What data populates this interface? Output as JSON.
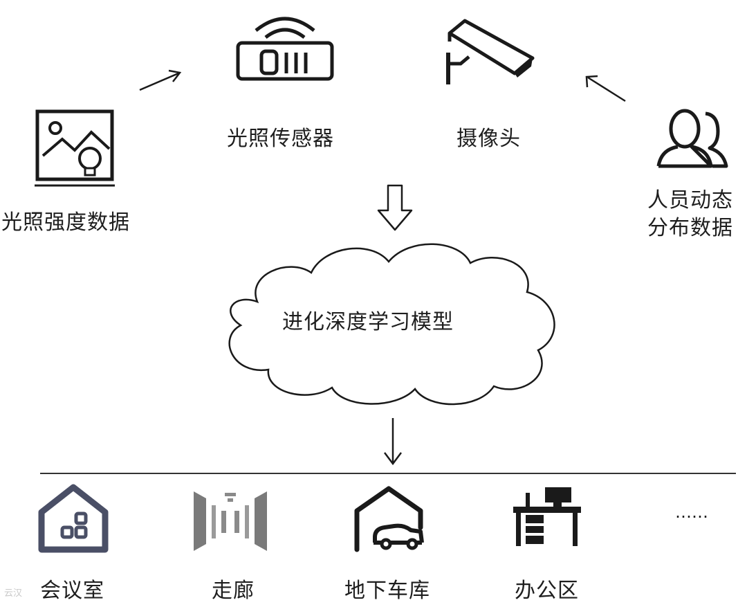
{
  "labels": {
    "light_data": "光照强度数据",
    "light_sensor": "光照传感器",
    "camera": "摄像头",
    "people_data_line1": "人员动态",
    "people_data_line2": "分布数据",
    "model": "进化深度学习模型"
  },
  "scenes": [
    {
      "label": "会议室",
      "icon": "meeting-room-icon"
    },
    {
      "label": "走廊",
      "icon": "corridor-icon"
    },
    {
      "label": "地下车库",
      "icon": "garage-icon"
    },
    {
      "label": "办公区",
      "icon": "office-desk-icon"
    },
    {
      "label": "……"
    }
  ],
  "watermark": "云汉",
  "colors": {
    "stroke": "#1a1a1a",
    "icon_dark": "#333333",
    "icon_gray": "#777777",
    "icon_blue": "#4a4f66"
  }
}
